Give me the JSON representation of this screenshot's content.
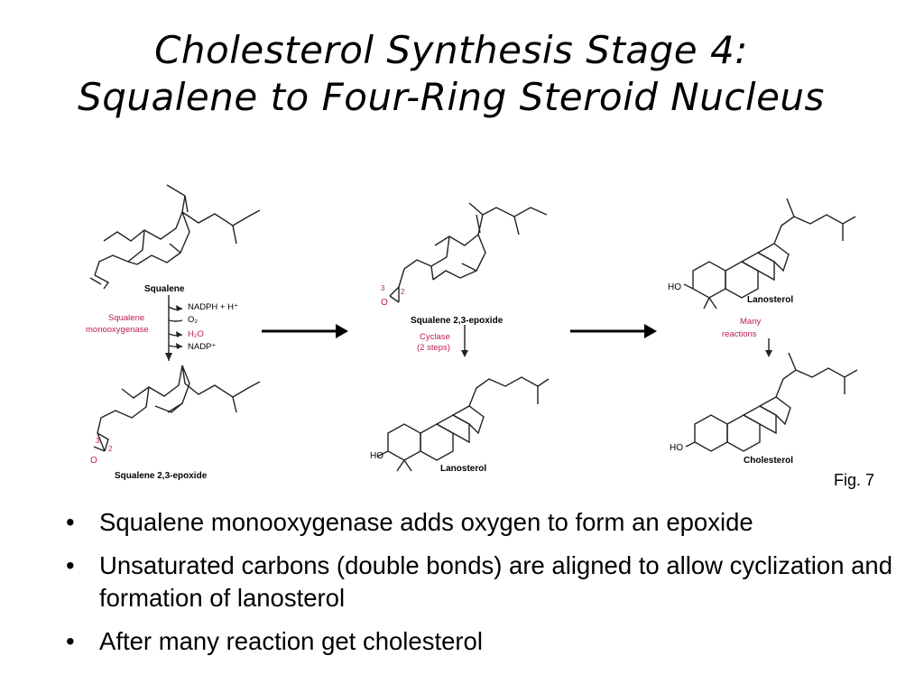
{
  "title": {
    "line1": "Cholesterol Synthesis Stage 4:",
    "line2": "Squalene to Four-Ring Steroid Nucleus"
  },
  "figure": {
    "caption": "Fig. 7",
    "panel1": {
      "top_label": "Squalene",
      "enzyme_line1": "Squalene",
      "enzyme_line2": "monooxygenase",
      "cofactor_1": "NADPH + H⁺",
      "cofactor_2": "O₂",
      "cofactor_3": "H₂O",
      "cofactor_4": "NADP⁺",
      "carbon_3": "3",
      "carbon_2": "2",
      "oxygen": "O",
      "bottom_label": "Squalene 2,3-epoxide"
    },
    "panel2": {
      "carbon_3": "3",
      "carbon_2": "2",
      "oxygen": "O",
      "top_label": "Squalene 2,3-epoxide",
      "enzyme_line1": "Cyclase",
      "enzyme_line2": "(2 steps)",
      "ho": "HO",
      "bottom_label": "Lanosterol"
    },
    "panel3": {
      "ho_top": "HO",
      "top_label": "Lanosterol",
      "step_line1": "Many",
      "step_line2": "reactions",
      "ho_bottom": "HO",
      "bottom_label": "Cholesterol"
    },
    "colors": {
      "enzyme_text": "#c2185b",
      "arrow": "#000000"
    }
  },
  "bullets": [
    "Squalene monooxygenase adds oxygen to form an epoxide",
    "Unsaturated carbons (double bonds) are aligned to allow cyclization and formation of  lanosterol",
    "After many reaction get cholesterol"
  ],
  "bullet_glyph": "•"
}
